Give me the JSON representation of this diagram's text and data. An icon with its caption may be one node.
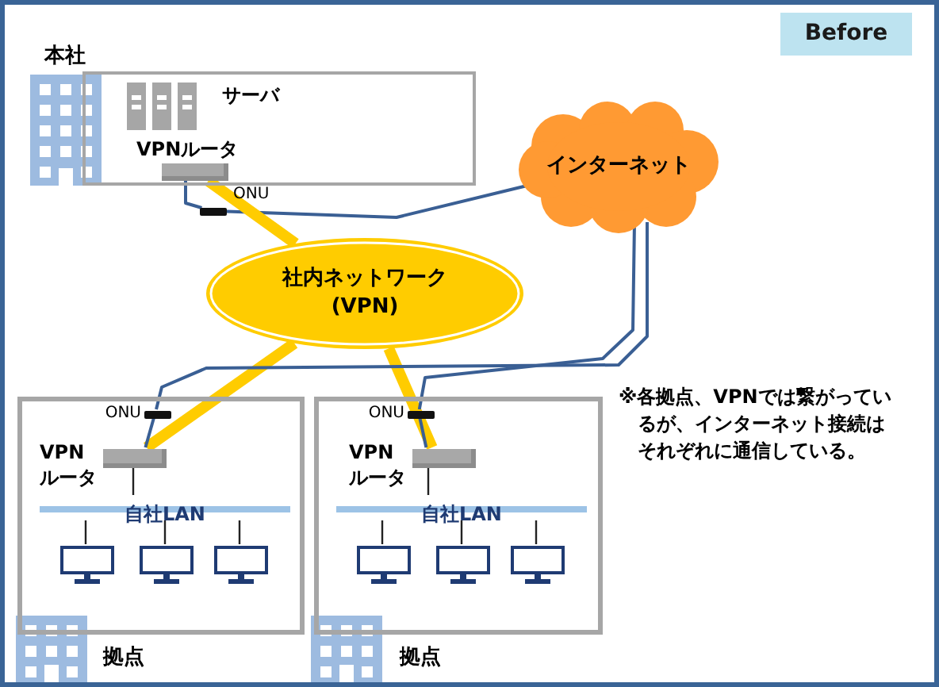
{
  "diagram": {
    "nodes": [
      {
        "text": [
          "本社"
        ]
      },
      {
        "text": [],
        "shape": "box",
        "in": 0,
        "beside": [
          "VPNルータ"
        ]
      },
      {
        "text": [],
        "shape": "bar",
        "beside": [
          "ONU"
        ]
      },
      {
        "text": [
          "インターネット"
        ]
      },
      {
        "text": [
          "社内ネットワーク(VPN)"
        ]
      },
      {
        "text": [
          "拠点"
        ]
      },
      {
        "text": [],
        "shape": "bar",
        "in": 5,
        "beside": [
          "ONU"
        ]
      },
      {
        "text": [],
        "shape": "box",
        "in": 5,
        "beside": [
          "VPNルータ"
        ]
      },
      {
        "text": [
          "自社LAN"
        ],
        "in": 5
      },
      {
        "text": [],
        "shape": "monitor",
        "in": 5
      },
      {
        "text": [],
        "shape": "monitor",
        "in": 5
      },
      {
        "text": [],
        "shape": "monitor",
        "in": 5
      },
      {
        "text": [
          "拠点"
        ]
      },
      {
        "text": [],
        "shape": "bar",
        "in": 12,
        "beside": [
          "ONU"
        ]
      },
      {
        "text": [],
        "shape": "box",
        "in": 12,
        "beside": [
          "VPNルータ"
        ]
      },
      {
        "text": [
          "自社LAN"
        ],
        "in": 12
      },
      {
        "text": [],
        "shape": "monitor",
        "in": 12
      },
      {
        "text": [],
        "shape": "monitor",
        "in": 12
      },
      {
        "text": [],
        "shape": "monitor",
        "in": 12
      },
      {
        "text": [
          "Before"
        ]
      }
    ],
    "edges": [
      {
        "from": 1,
        "to": 2,
        "arrow": "none",
        "color": "#3a5f94"
      },
      {
        "from": 2,
        "to": 3,
        "arrow": "none",
        "color": "#3a5f94"
      },
      {
        "from": 1,
        "to": 4,
        "arrow": "none",
        "style": "thick",
        "color": "#ffcc00"
      },
      {
        "from": 4,
        "to": 7,
        "arrow": "none",
        "style": "thick",
        "color": "#ffcc00"
      },
      {
        "from": 4,
        "to": 14,
        "arrow": "none",
        "style": "thick",
        "color": "#ffcc00"
      },
      {
        "from": 3,
        "to": 6,
        "arrow": "none",
        "color": "#3a5f94"
      },
      {
        "from": 6,
        "to": 7,
        "arrow": "none",
        "color": "#3a5f94"
      },
      {
        "from": 3,
        "to": 13,
        "arrow": "none",
        "color": "#3a5f94"
      },
      {
        "from": 13,
        "to": 14,
        "arrow": "none",
        "color": "#3a5f94"
      },
      {
        "from": 7,
        "to": 8,
        "arrow": "none"
      },
      {
        "from": 8,
        "to": 9,
        "arrow": "none"
      },
      {
        "from": 8,
        "to": 10,
        "arrow": "none"
      },
      {
        "from": 8,
        "to": 11,
        "arrow": "none"
      },
      {
        "from": 14,
        "to": 15,
        "arrow": "none"
      },
      {
        "from": 15,
        "to": 16,
        "arrow": "none"
      },
      {
        "from": 15,
        "to": 17,
        "arrow": "none"
      },
      {
        "from": 15,
        "to": 18,
        "arrow": "none"
      }
    ],
    "labels": [
      "サーバ",
      "※各拠点、VPNでは繋がっているが、インターネット接続はそれぞれに通信している。"
    ]
  }
}
